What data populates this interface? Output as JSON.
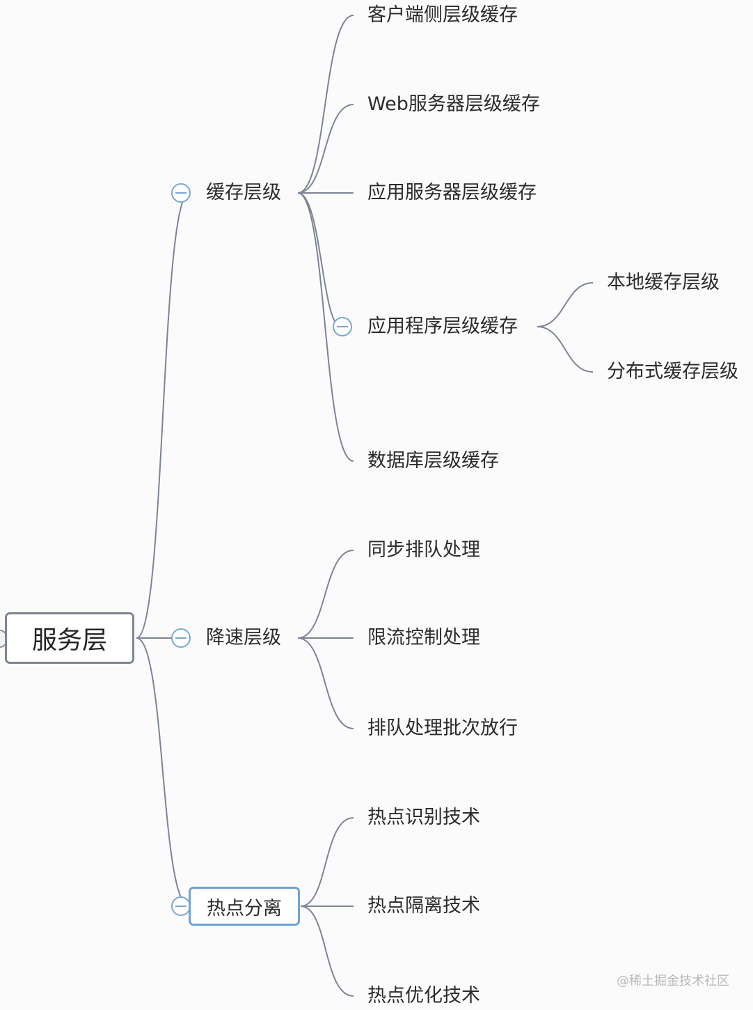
{
  "root": {
    "label": "服务层"
  },
  "branches": {
    "cache": {
      "label": "缓存层级",
      "children": {
        "client": "客户端侧层级缓存",
        "web": "Web服务器层级缓存",
        "app_server": "应用服务器层级缓存",
        "app_program": {
          "label": "应用程序层级缓存",
          "children": {
            "local": "本地缓存层级",
            "distributed": "分布式缓存层级"
          }
        },
        "database": "数据库层级缓存"
      }
    },
    "throttle": {
      "label": "降速层级",
      "children": {
        "sync_queue": "同步排队处理",
        "rate_limit": "限流控制处理",
        "batch_release": "排队处理批次放行"
      }
    },
    "hotspot": {
      "label": "热点分离",
      "children": {
        "identify": "热点识别技术",
        "isolate": "热点隔离技术",
        "optimize": "热点优化技术"
      }
    }
  },
  "watermark": "@稀土掘金技术社区",
  "colors": {
    "edge": "#7d8494",
    "toggle": "#7aa7d4",
    "selected_border": "#6fa3d6",
    "root_border": "#7d8590",
    "background": "#fbfbfb"
  },
  "icons": {
    "collapse": "minus-circle-icon",
    "expand_tab": "expand-tab-icon"
  }
}
